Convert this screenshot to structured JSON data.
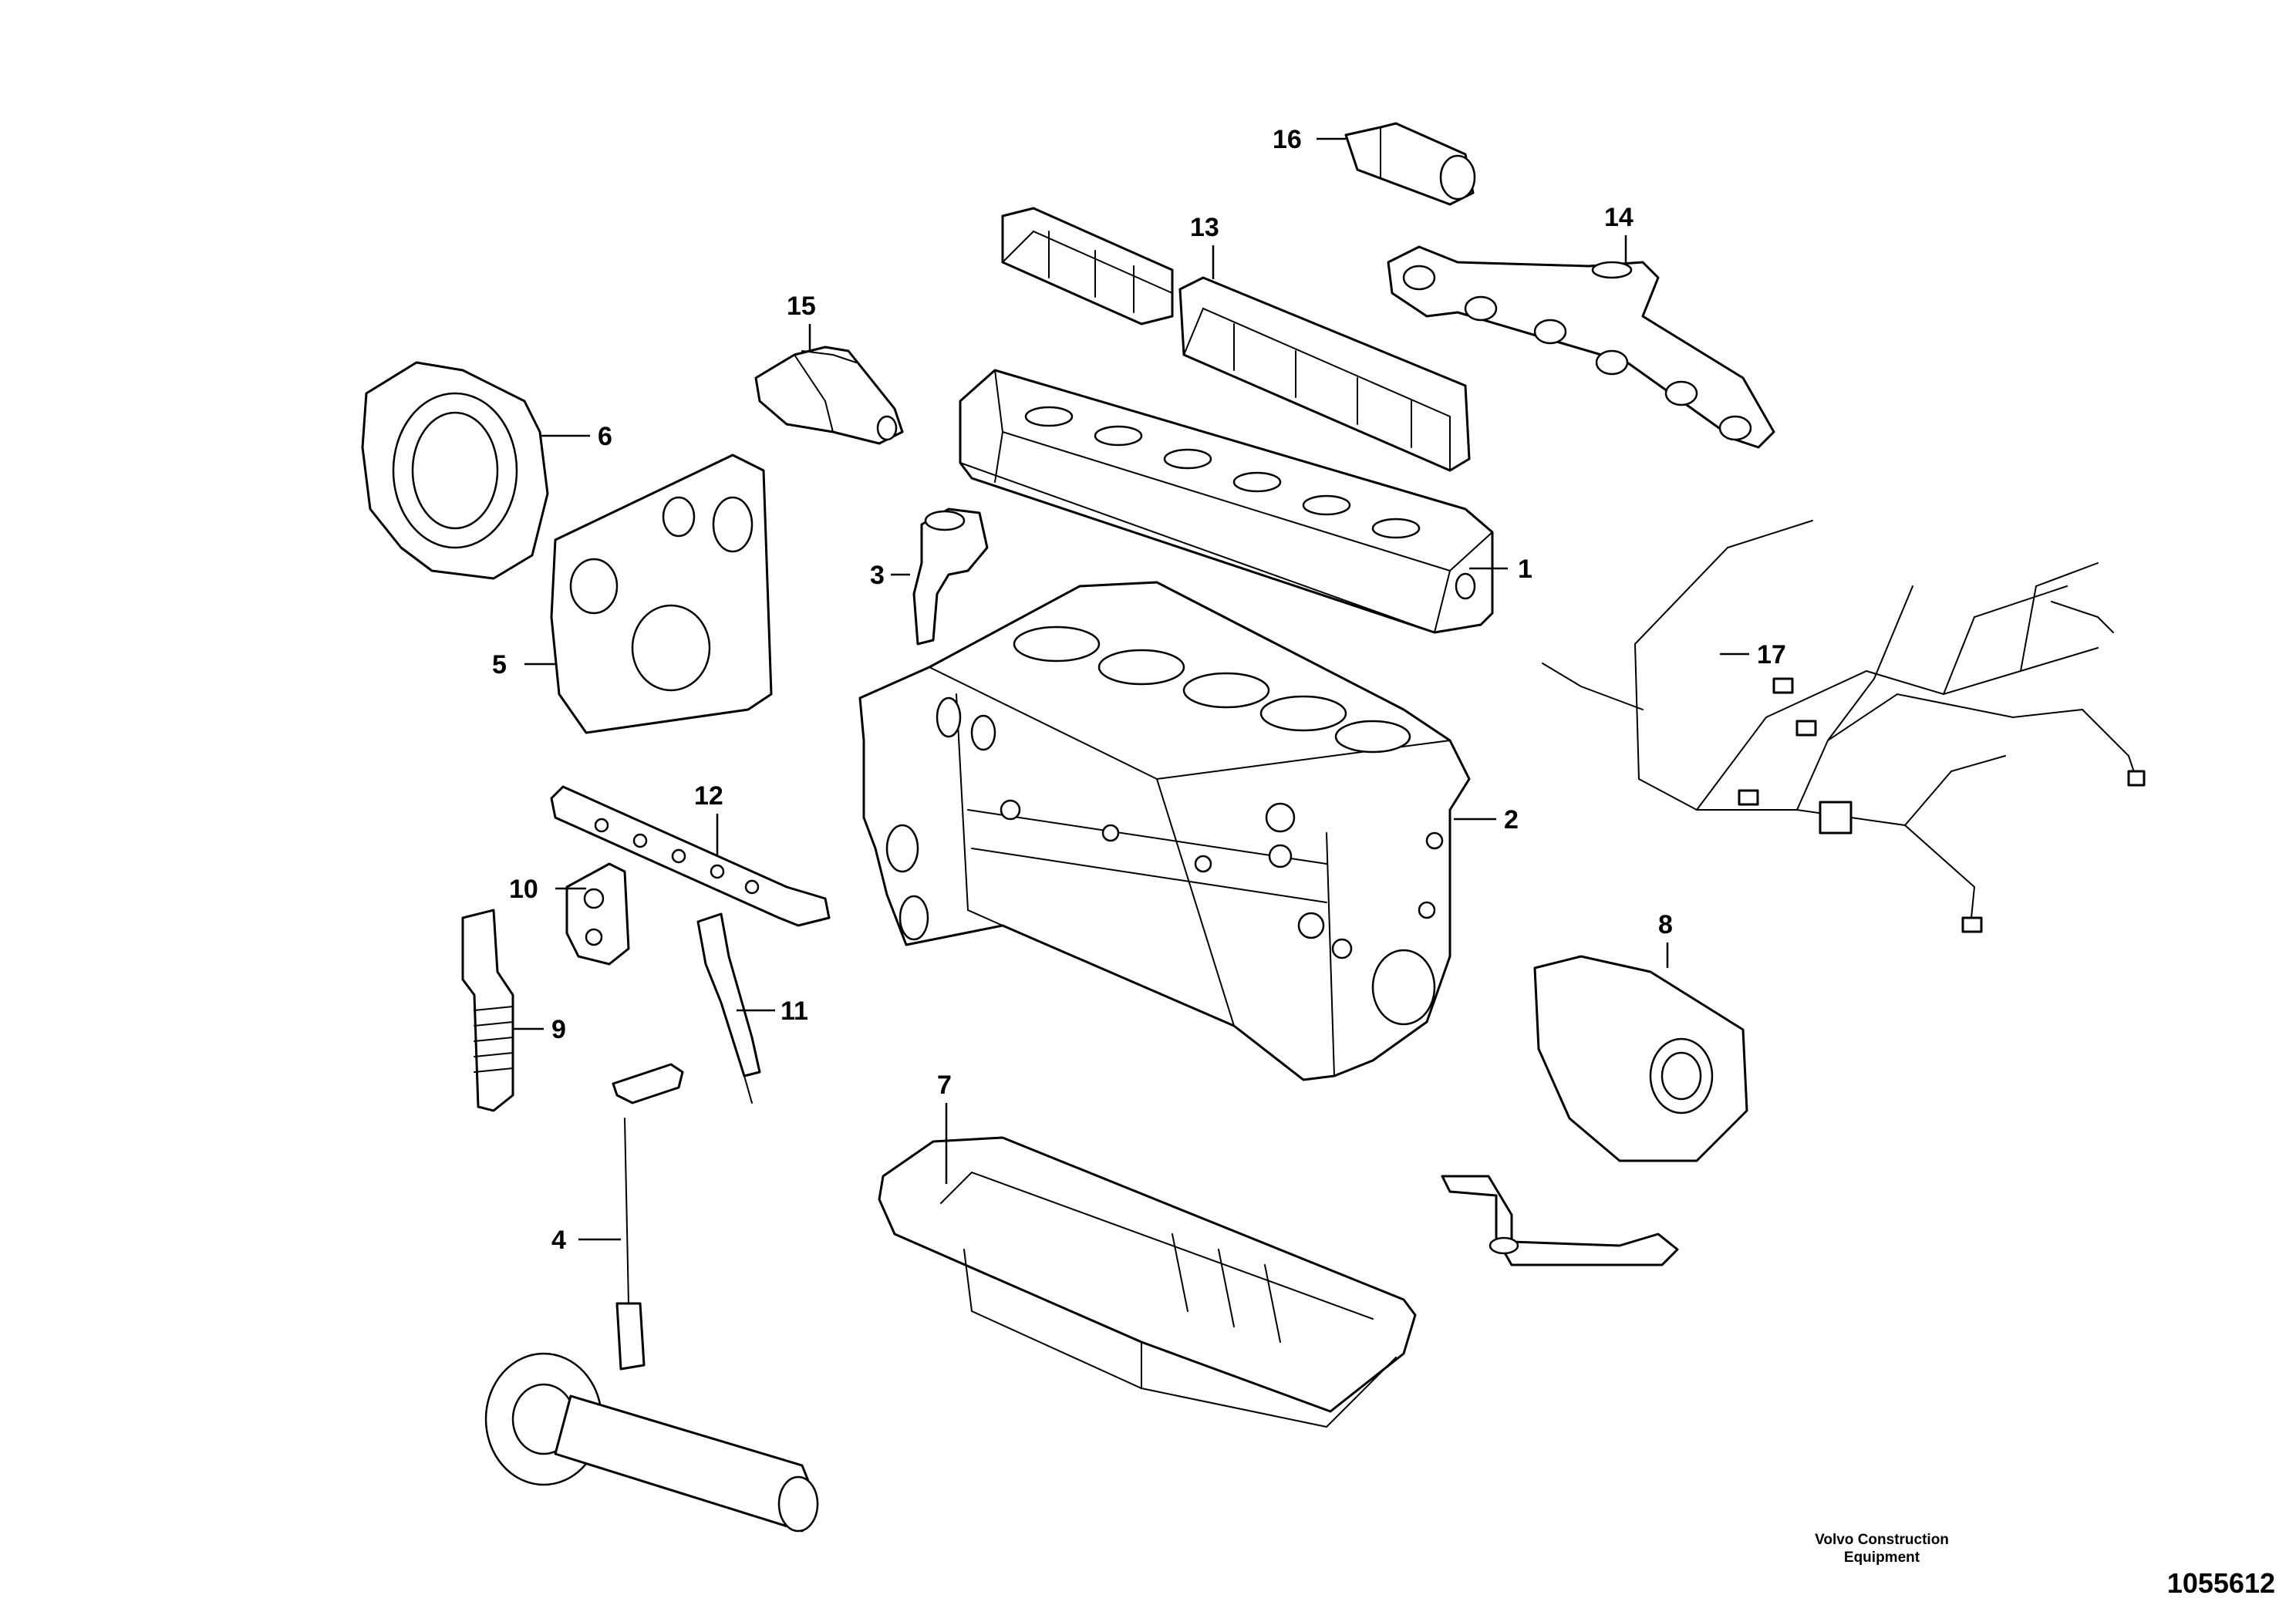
{
  "diagram": {
    "callouts": [
      {
        "id": "1",
        "label": "1"
      },
      {
        "id": "2",
        "label": "2"
      },
      {
        "id": "3",
        "label": "3"
      },
      {
        "id": "4",
        "label": "4"
      },
      {
        "id": "5",
        "label": "5"
      },
      {
        "id": "6",
        "label": "6"
      },
      {
        "id": "7",
        "label": "7"
      },
      {
        "id": "8",
        "label": "8"
      },
      {
        "id": "9",
        "label": "9"
      },
      {
        "id": "10",
        "label": "10"
      },
      {
        "id": "11",
        "label": "11"
      },
      {
        "id": "12",
        "label": "12"
      },
      {
        "id": "13",
        "label": "13"
      },
      {
        "id": "14",
        "label": "14"
      },
      {
        "id": "15",
        "label": "15"
      },
      {
        "id": "16",
        "label": "16"
      },
      {
        "id": "17",
        "label": "17"
      }
    ]
  },
  "footer": {
    "publisher_line1": "Volvo Construction",
    "publisher_line2": "Equipment",
    "drawing_number": "1055612"
  }
}
